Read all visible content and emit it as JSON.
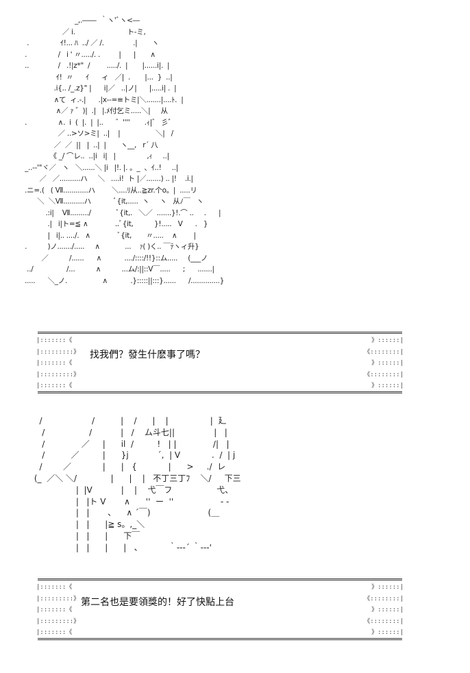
{
  "art_top": "                          _,.――  ｀ヽ'ﾞヽ<―\n                    ／ i.                         ト-ミ,\n   .               ｲ!... ﾊ  ../ ／ /.              .|       ヽ\n  .               /   i ' 〃...../. .         |      |       ∧\n  ..              /   .!|z*\"  /        ...../.  |       |......i|.  |\n                 ｲ!  〃      ｲ      ィ   ／|  .       |...  }  ..|\n                .i{.. /_.z}\" |      i|／   ..|ノ|      |.....i| .  |\n                ∧て  ィ.-.|      .|x--=≡トミ|＼.......|....ﾄ.  |\n                 ∧／ ｧ ゛)|  .|   |.ﾒ付乞ミ.....＼|     从\n  .               ∧.  i  (  |.  |  |..      ゛''''       .ｨ|゛ 彡゛\n                  ／ ..>ソ>ミ|  ..|    |                 ＼|   /\n                ／  ／  ||   |  ..|  |       ヽ__,   r´ 八\n              《 _/ ⌒レ..  ..|i   i|   |               ,ｨ     ..|\n  _..-‐'\"ヾ／   ヽ   ＼......＼ |i   |!. |. 。_  、ｲ..!     ..|\n         ／   ／..........ハ     ＼   ....i!  ト |／.......) .. |!    .i.|\n  .ニ=.(   ( Ⅶ............ハ        ＼....ﾘ从..≧zr.个o。|  .....リ\n        ＼  ＼Ⅶ..........ハ           ﾞ{it,.....  ヽ     ヽ   从ﾉ￣   ヽ\n            .:i|    Ⅶ........./            ﾞ{it,.   ＼／  .......}!.⌒ ..     .      |\n             .|   i|ト=≦ ∧             ..ﾞ{it,          }!.....   V      .   }\n             |   i|.. ..../.   ∧             ﾞ{it,       〃.....    ∧        |\n  .          )ノ......./.....     ∧            ...    ｧ( )く.. ￣ﾃヽィ升}\n          ／          /......      ∧           ..../::::/!!}::ム.....     (___ノ\n   ../                /...          ∧          ...ム/:||::V￣.....      ;      .......|\n  .....      ＼_ノ.                 ∧           .}:::::||:::}......      /..............}",
  "dialog_1": {
    "frame_left": "|:::::::《\n|:::::::::》\n|:::::::《\n|:::::::::》\n|:::::::《",
    "frame_right": "》::::::|\n《::::::::|\n》::::::|\n《::::::::|\n》::::::|",
    "text": "找我們？發生什麽事了嗎？"
  },
  "art_bottom": "   /                   /          |    /      |    |                |  廴\n    /                 /           |   /    ム斗七||               |   |\n    /              ／     |      il  /         !   | |              /|   |\n    /          ／         |      }j           ´,  | V            .  /  | j\n   /        ／            |      |   {            |      >     ./  レ\n (_  ／＼ ＼/             |      |    |   不丁三丁ﾌ    ＼/     下三\n                 |  |V           |    |    弋￣フ                 弋、\n                 |   |ト V       ∧      ''  ー  ''                  - -\n                 |   |       、    ∧ ´￣)                      (＿\n                 |   |      |≧ s。,_＼\n                 |   |      |      下￣\n                 |   |      |      |   、          ｀-‐-´ ｀-‐-'",
  "dialog_2": {
    "frame_left": "|:::::::《\n|:::::::::》\n|:::::::《\n|:::::::::》\n|:::::::《",
    "frame_right": "》::::::|\n《::::::::|\n》::::::|\n《::::::::|\n》::::::|",
    "text": "第二名也是要領獎的！好了快點上台"
  }
}
